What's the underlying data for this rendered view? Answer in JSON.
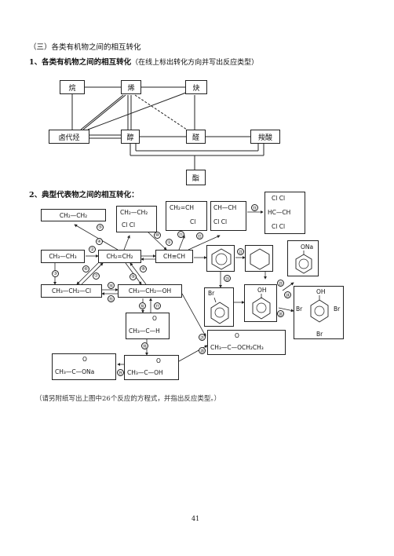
{
  "section_title": "（三）各类有机物之间的相互转化",
  "heading1": {
    "title": "1、各类有机物之间的相互转化",
    "note": "（在线上标出转化方向并写出反应类型）"
  },
  "diagram1": {
    "alkane": "烷",
    "alkene": "烯",
    "alkyne": "炔",
    "haloalkane": "卤代烃",
    "alcohol": "醇",
    "aldehyde": "醛",
    "acid": "羧酸",
    "ester": "酯"
  },
  "heading2": "2、典型代表物之间的相互转化：",
  "compounds": {
    "dibromo_ethane": "CH₂—CH₂",
    "dichloro_ethane_top": "CH₂—CH₂",
    "dichloro_ethane_bottom": "Cl    Cl",
    "chloro_ethene_top": "CH₂=CH",
    "chloro_ethene_bottom": "Cl",
    "dichloro_ethene_top": "CH—CH",
    "dichloro_ethene_bottom": "Cl    Cl",
    "tetrachloro_top": "Cl    Cl",
    "tetrachloro_mid": "HC—CH",
    "tetrachloro_bottom": "Cl    Cl",
    "ethane": "CH₃—CH₃",
    "ethene": "CH₂=CH₂",
    "ethyne": "CH≡CH",
    "chloroethane": "CH₃—CH₂—Cl",
    "ethanol": "CH₃—CH₂—OH",
    "acetaldehyde_o": "O",
    "acetaldehyde": "CH₃—C—H",
    "acetic_acid_o": "O",
    "acetic_acid": "CH₃—C—OH",
    "sodium_acetate_o": "O",
    "sodium_acetate": "CH₃—C—ONa",
    "ethyl_acetate_o": "O",
    "ethyl_acetate": "CH₃—C—OCH₂CH₃",
    "bromobenzene": "Br",
    "phenol": "OH",
    "sodium_phenoxide": "ONa",
    "tribromophenol_oh": "OH",
    "tribromophenol_br_left": "Br",
    "tribromophenol_br_right": "Br",
    "tribromophenol_br_bottom": "Br"
  },
  "reaction_numbers": [
    "①",
    "②",
    "③",
    "④",
    "⑤",
    "⑥",
    "⑦",
    "⑧",
    "⑨",
    "⑩",
    "⑪",
    "⑫",
    "⑬",
    "⑭",
    "⑮",
    "⑯",
    "⑰",
    "⑱",
    "⑲",
    "⑳",
    "㉑",
    "㉒",
    "㉓",
    "㉔",
    "㉕",
    "㉖"
  ],
  "footnote": "（请另附纸写出上图中26个反应的方程式，并指出反应类型。）",
  "page_number": "41"
}
